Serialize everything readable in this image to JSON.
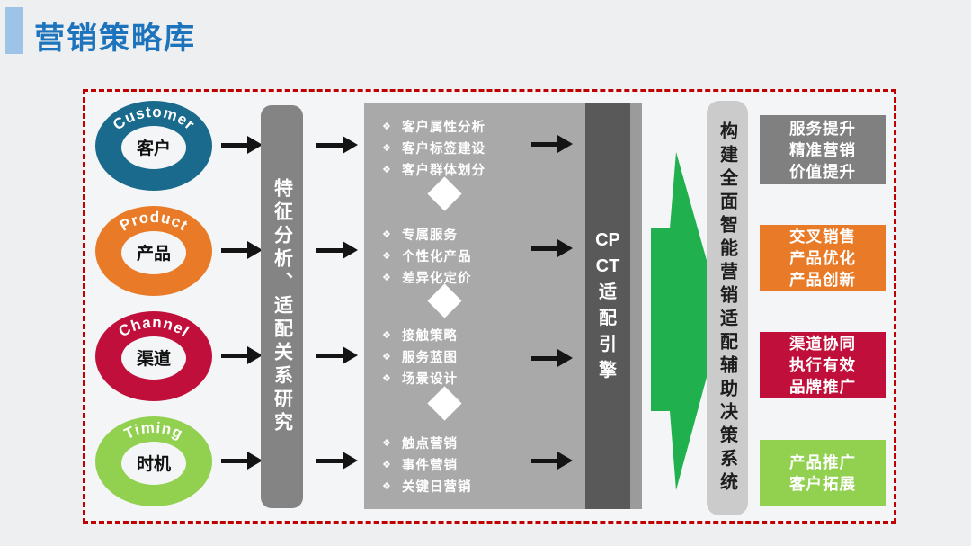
{
  "slide": {
    "title": "营销策略库"
  },
  "colors": {
    "title_text": "#1e74bc",
    "title_accent": "#9dc3e6",
    "frame_border": "#c00000",
    "stage_bar": "#848484",
    "panel": "#a9a9a9",
    "engine_bar": "#595959",
    "engine_strip": "#9b9b9b",
    "flow_arrow_green": "#20b04e",
    "outcome_bar": "#cbcbcb",
    "black_arrow": "#141414"
  },
  "inputs": [
    {
      "en": "Customer",
      "zh": "客户",
      "color": "#196a8c"
    },
    {
      "en": "Product",
      "zh": "产品",
      "color": "#e97b28"
    },
    {
      "en": "Channel",
      "zh": "渠道",
      "color": "#c00f3a"
    },
    {
      "en": "Timing",
      "zh": "时机",
      "color": "#92d050"
    }
  ],
  "stage_bar": {
    "label": "特征分析、适配关系研究"
  },
  "strategies": {
    "bullet_icon": "❖",
    "groups": [
      {
        "items": [
          "客户属性分析",
          "客户标签建设",
          "客户群体划分"
        ]
      },
      {
        "items": [
          "专属服务",
          "个性化产品",
          "差异化定价"
        ]
      },
      {
        "items": [
          "接触策略",
          "服务蓝图",
          "场景设计"
        ]
      },
      {
        "items": [
          "触点营销",
          "事件营销",
          "关键日营销"
        ]
      }
    ]
  },
  "engine": {
    "lines": "CP|CT|适|配|引|擎"
  },
  "outcome": {
    "label": "构建全面智能营销适配辅助决策系统"
  },
  "results": [
    {
      "lines": "服务提升|精准营销|价值提升",
      "color": "#808080"
    },
    {
      "lines": "交叉销售|产品优化|产品创新",
      "color": "#e97b28"
    },
    {
      "lines": "渠道协同|执行有效|品牌推广",
      "color": "#c00f3a"
    },
    {
      "lines": "产品推广|客户拓展",
      "color": "#92d050"
    }
  ]
}
